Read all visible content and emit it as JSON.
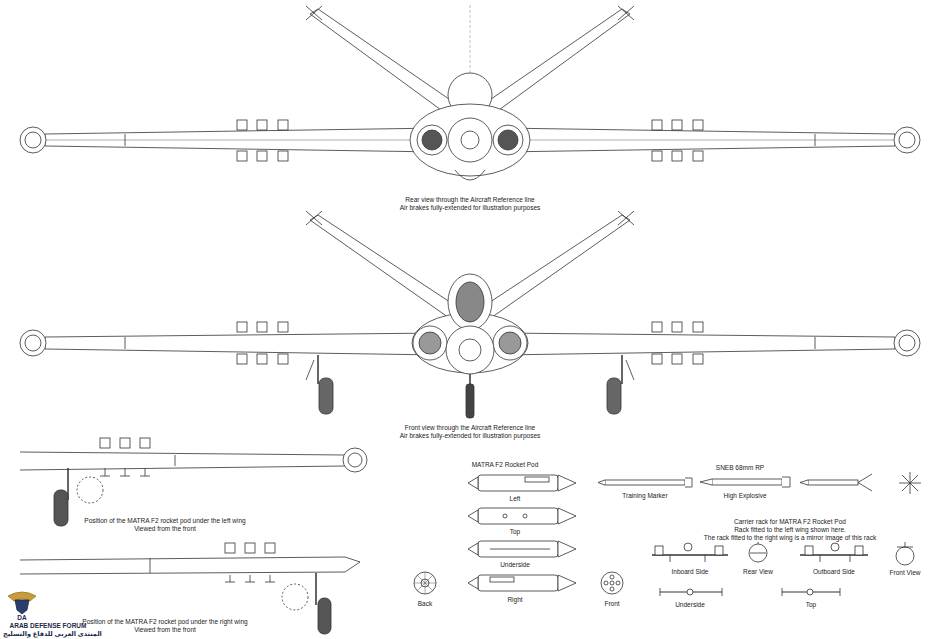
{
  "diagram": {
    "labels": [
      "Rear view through the Aircraft Reference line",
      "Air brakes fully-extended for illustration purposes",
      "Front view through the Aircraft Reference line",
      "Air brakes fully-extended for illustration purposes",
      "Position of the MATRA F2 rocket pod under the left wing",
      "Viewed from the front",
      "Position of the MATRA F2 rocket pod under the right wing",
      "Viewed from the front",
      "MATRA F2 Rocket Pod",
      "Left",
      "Top",
      "Underside",
      "Right",
      "Back",
      "Front",
      "SNEB 68mm RP",
      "Training Marker",
      "High Explosive",
      "Carrier rack for MATRA F2 Rocket Pod",
      "Rack fitted to the left wing shown here.",
      "The rack fitted to the right wing is a mirror image of this rack",
      "Inboard Side",
      "Rear View",
      "Outboard Side",
      "Front View",
      "Underside",
      "Top",
      "DA",
      "ARAB DEFENSE FORUM",
      "المنتدى العربي للدفاع والتسليح"
    ]
  }
}
